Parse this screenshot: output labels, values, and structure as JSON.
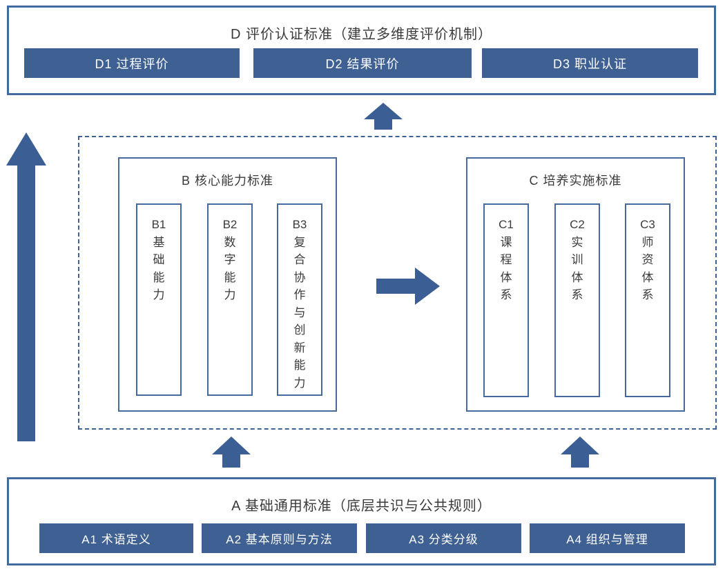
{
  "colors": {
    "primary_fill": "#3e6093",
    "border_blue": "#44699e",
    "arrow_blue": "#3b5f94",
    "text_dark": "#3b3b3b",
    "box_text_white": "#ffffff"
  },
  "section_d": {
    "title": "D 评价认证标准（建立多维度评价机制）",
    "items": [
      {
        "label": "D1 过程评价"
      },
      {
        "label": "D2 结果评价"
      },
      {
        "label": "D3 职业认证"
      }
    ]
  },
  "section_b": {
    "title": "B 核心能力标准",
    "items": [
      {
        "label": "B1\n基\n础\n能\n力"
      },
      {
        "label": "B2\n数\n字\n能\n力"
      },
      {
        "label": "B3\n复\n合\n协\n作\n与\n创\n新\n能\n力"
      }
    ]
  },
  "section_c": {
    "title": "C 培养实施标准",
    "items": [
      {
        "label": "C1\n课\n程\n体\n系"
      },
      {
        "label": "C2\n实\n训\n体\n系"
      },
      {
        "label": "C3\n师\n资\n体\n系"
      }
    ]
  },
  "section_a": {
    "title": "A 基础通用标准（底层共识与公共规则）",
    "items": [
      {
        "label": "A1 术语定义"
      },
      {
        "label": "A2 基本原则与方法"
      },
      {
        "label": "A3 分类分级"
      },
      {
        "label": "A4 组织与管理"
      }
    ]
  },
  "arrows": [
    {
      "name": "left-tall-up-arrow",
      "direction": "up",
      "meaning": "A 到 D 整体支撑"
    },
    {
      "name": "top-center-up-arrow",
      "direction": "up",
      "meaning": "中间层指向 D 层"
    },
    {
      "name": "middle-right-arrow",
      "direction": "right",
      "meaning": "B 指向 C"
    },
    {
      "name": "bottom-left-up-arrow",
      "direction": "up",
      "meaning": "A 层指向 B"
    },
    {
      "name": "bottom-right-up-arrow",
      "direction": "up",
      "meaning": "A 层指向 C"
    }
  ]
}
